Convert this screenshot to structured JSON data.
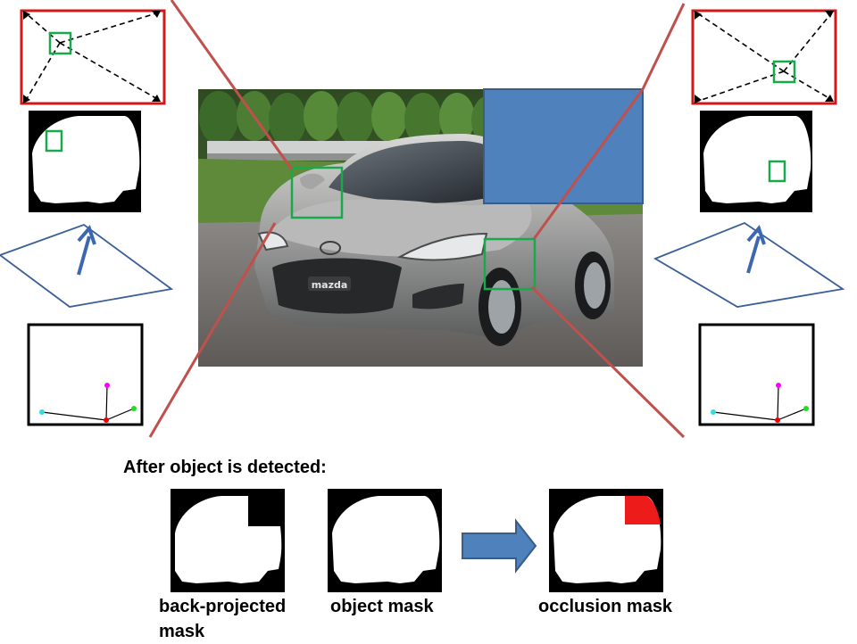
{
  "caption": "After object is detected:",
  "bottom_labels": {
    "back_projected": "back-projected mask",
    "object_mask": "object mask",
    "occlusion_mask": "occlusion mask"
  },
  "photo": {
    "brand_text": "mazda"
  },
  "colors": {
    "red_line": "#c0504d",
    "red_frame": "#d01818",
    "green_box": "#1aa84c",
    "blue_arrow": "#3d68b0",
    "blue_block": "#4f81bd",
    "plane_stroke": "#3b5f99",
    "occlusion_fill": "#ee1b1b",
    "joint_magenta": "#ff00ff",
    "joint_cyan": "#33dddd",
    "joint_green": "#22dd22",
    "joint_red": "#ee0000"
  }
}
